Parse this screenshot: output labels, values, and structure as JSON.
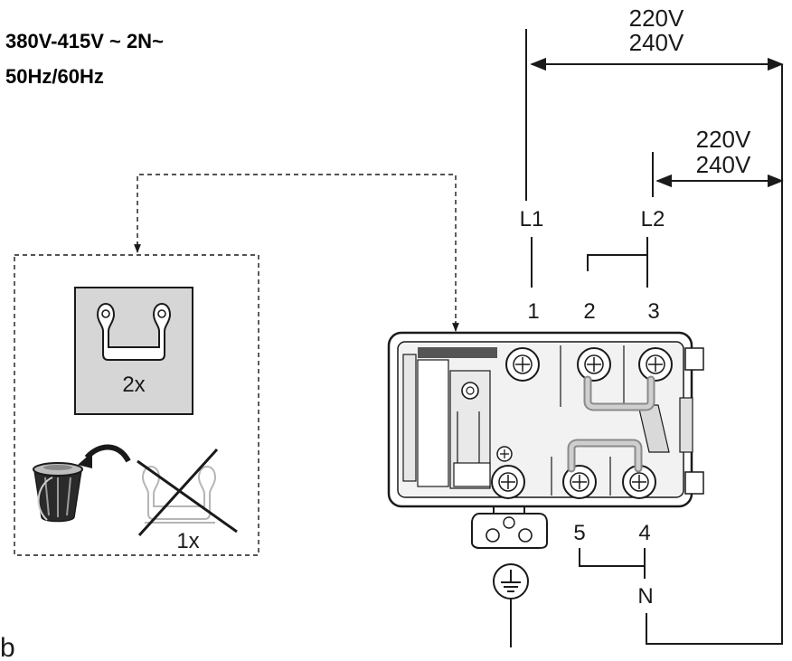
{
  "supply": {
    "voltage": "380V-415V ~  2N~",
    "frequency": "50Hz/60Hz"
  },
  "dimension_top": {
    "line1": "220V",
    "line2": "240V"
  },
  "dimension_right": {
    "line1": "220V",
    "line2": "240V"
  },
  "phases": {
    "l1": "L1",
    "l2": "L2",
    "neutral": "N"
  },
  "terminals": {
    "t1": "1",
    "t2": "2",
    "t3": "3",
    "t4": "4",
    "t5": "5"
  },
  "bridges": {
    "count_label": "2x",
    "discard_label": "1x"
  },
  "figure_letter": "b",
  "icons": [
    "bridge-icon",
    "trash-bin-icon",
    "crossed-out-bridge-icon",
    "ground-symbol-icon"
  ]
}
